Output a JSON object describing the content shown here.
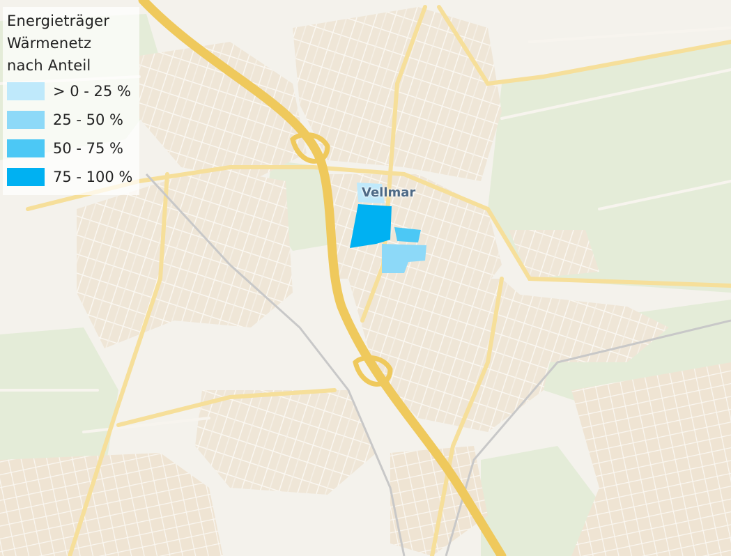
{
  "map": {
    "place_label": "Vellmar",
    "colors": {
      "background": "#f4f2ec",
      "green_area": "#e4ecd8",
      "built_area": "#efe6d7",
      "minor_road": "#f7f4ee",
      "major_road": "#f6df9a",
      "motorway": "#efc95c",
      "railway": "#c8c8c8"
    }
  },
  "legend": {
    "title_lines": [
      "Energieträger",
      "Wärmenetz",
      "nach Anteil"
    ],
    "items": [
      {
        "label": "> 0 - 25 %",
        "color": "#bfe9fb"
      },
      {
        "label": "25 - 50 %",
        "color": "#8dd9f8"
      },
      {
        "label": "50 - 75 %",
        "color": "#4cc8f5"
      },
      {
        "label": "75 - 100 %",
        "color": "#00b1f2"
      }
    ]
  }
}
